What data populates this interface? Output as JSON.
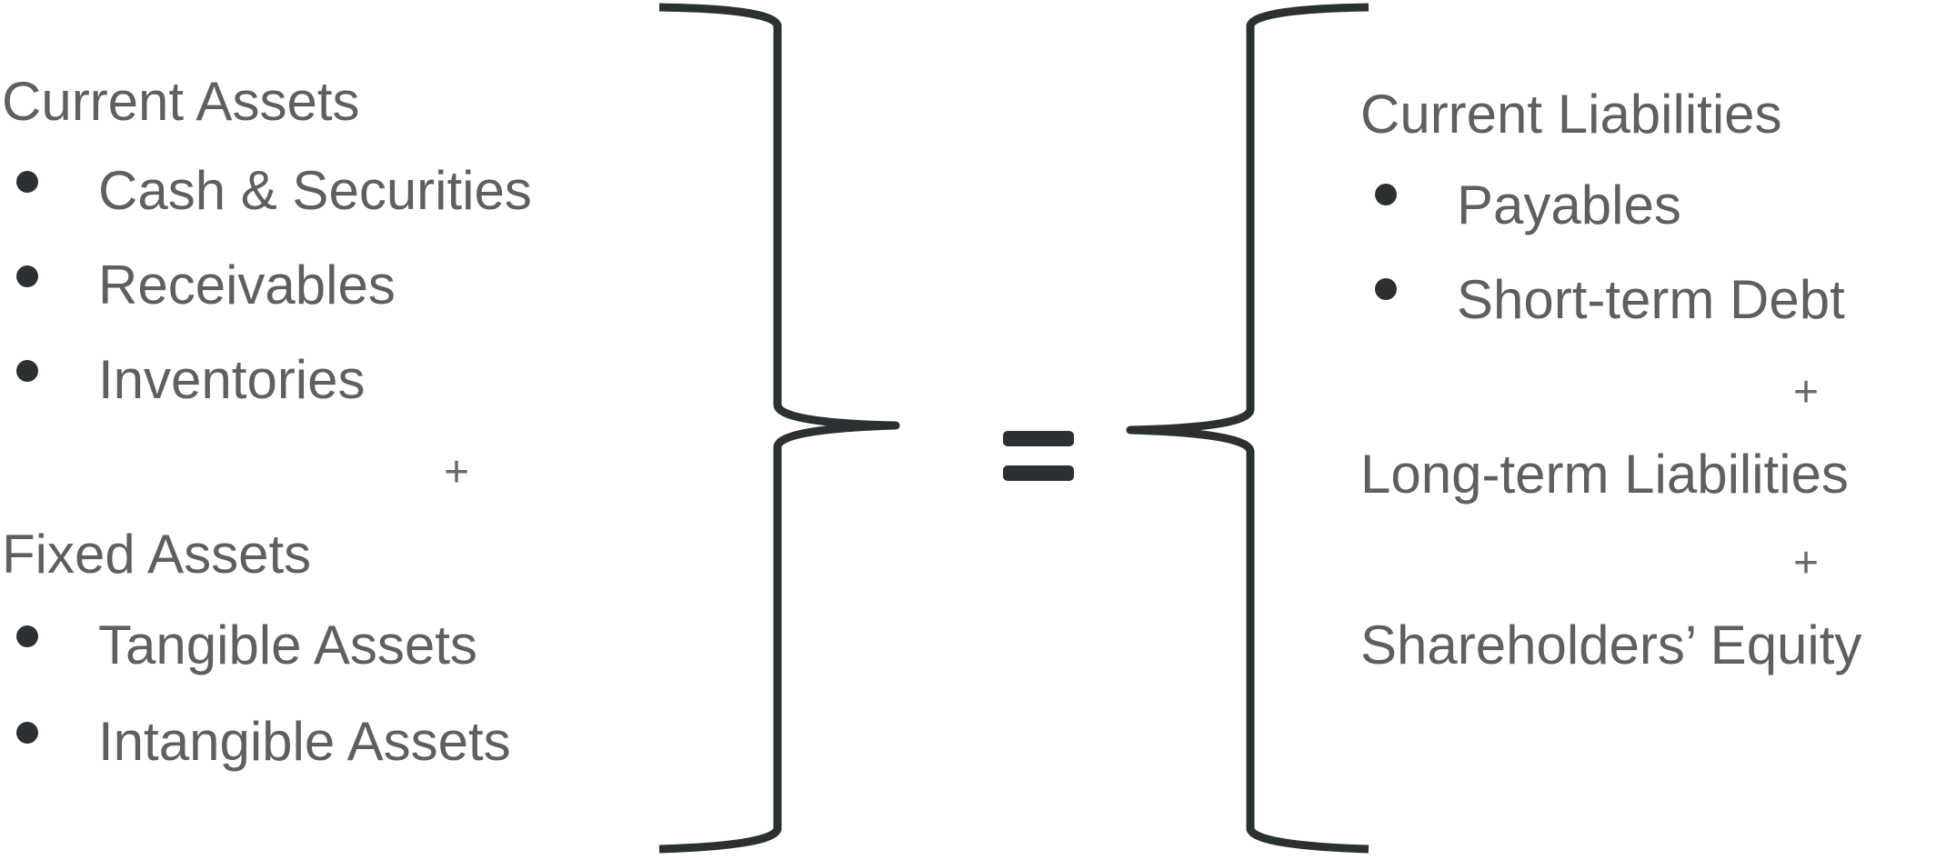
{
  "left": {
    "current_assets": {
      "heading": "Current Assets",
      "items": [
        "Cash & Securities",
        "Receivables",
        "Inventories"
      ]
    },
    "plus": "+",
    "fixed_assets": {
      "heading": "Fixed Assets",
      "items": [
        "Tangible Assets",
        "Intangible Assets"
      ]
    }
  },
  "equals": "=",
  "right": {
    "current_liabilities": {
      "heading": "Current Liabilities",
      "items": [
        "Payables",
        "Short-term Debt"
      ]
    },
    "plus_1": "+",
    "long_term": "Long-term Liabilities",
    "plus_2": "+",
    "equity": "Shareholders’ Equity"
  },
  "colors": {
    "text": "#5f5f5f",
    "stroke": "#2b3133"
  }
}
